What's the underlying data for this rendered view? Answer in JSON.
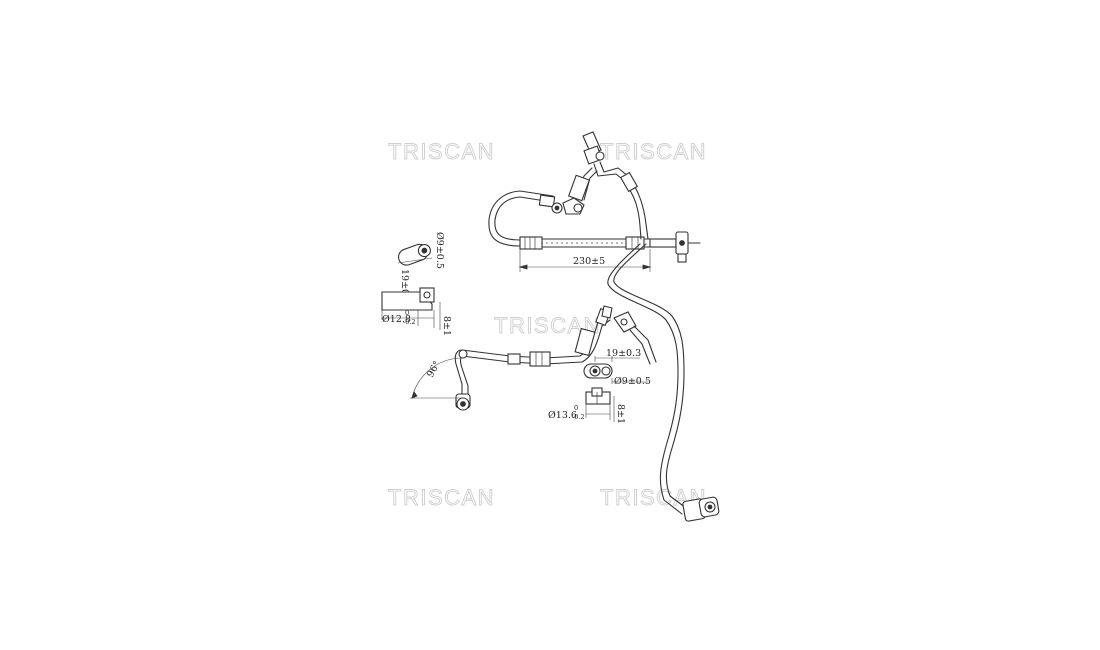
{
  "watermark": "TRISCAN",
  "dimensions": {
    "length": "230±5",
    "upper_hole": "19±0.3",
    "upper_thickness": "Ø9±0.5",
    "upper_bore_diameter": "Ø12.8",
    "upper_bore_tolerance_top": "0",
    "upper_bore_tolerance_bottom": "-0.2",
    "upper_height": "8±1",
    "angle": "96°",
    "lower_hole": "19±0.3",
    "lower_thickness": "Ø9±0.5",
    "lower_bore_diameter": "Ø13.6",
    "lower_bore_tolerance_top": "0",
    "lower_bore_tolerance_bottom": "-0.2",
    "lower_height": "8±1"
  }
}
